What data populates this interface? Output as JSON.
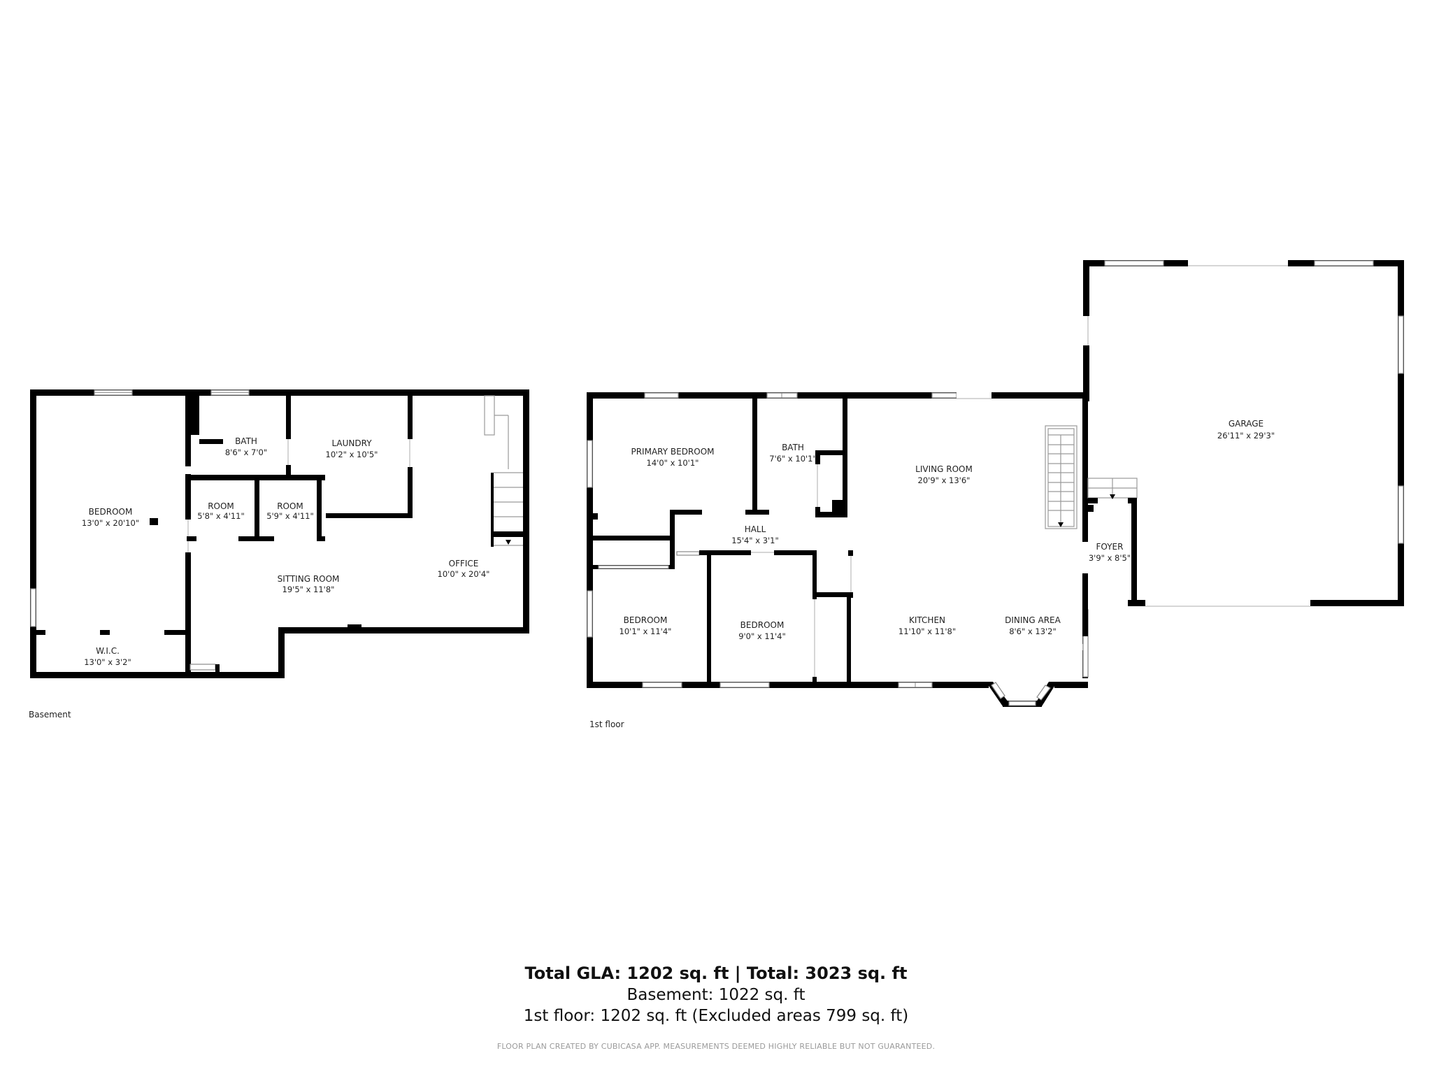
{
  "floors": {
    "basement": {
      "label": "Basement",
      "rooms": [
        {
          "name": "BEDROOM",
          "dim": "13'0\" x 20'10\""
        },
        {
          "name": "BATH",
          "dim": "8'6\" x 7'0\""
        },
        {
          "name": "LAUNDRY",
          "dim": "10'2\" x 10'5\""
        },
        {
          "name": "ROOM",
          "dim": "5'8\" x 4'11\""
        },
        {
          "name": "ROOM",
          "dim": "5'9\" x 4'11\""
        },
        {
          "name": "OFFICE",
          "dim": "10'0\" x 20'4\""
        },
        {
          "name": "SITTING ROOM",
          "dim": "19'5\" x 11'8\""
        },
        {
          "name": "W.I.C.",
          "dim": "13'0\" x 3'2\""
        }
      ]
    },
    "first": {
      "label": "1st floor",
      "rooms": [
        {
          "name": "PRIMARY BEDROOM",
          "dim": "14'0\" x 10'1\""
        },
        {
          "name": "BATH",
          "dim": "7'6\" x 10'1\""
        },
        {
          "name": "LIVING ROOM",
          "dim": "20'9\" x 13'6\""
        },
        {
          "name": "HALL",
          "dim": "15'4\" x 3'1\""
        },
        {
          "name": "BEDROOM",
          "dim": "10'1\" x 11'4\""
        },
        {
          "name": "BEDROOM",
          "dim": "9'0\" x 11'4\""
        },
        {
          "name": "KITCHEN",
          "dim": "11'10\" x 11'8\""
        },
        {
          "name": "DINING AREA",
          "dim": "8'6\" x 13'2\""
        },
        {
          "name": "FOYER",
          "dim": "3'9\" x 8'5\""
        },
        {
          "name": "GARAGE",
          "dim": "26'11\" x 29'3\""
        }
      ]
    }
  },
  "summary": {
    "total_line": "Total GLA: 1202 sq. ft | Total: 3023 sq. ft",
    "basement_line": "Basement: 1022 sq. ft",
    "first_line": "1st floor: 1202 sq. ft (Excluded areas 799 sq. ft)",
    "disclaimer": "FLOOR PLAN CREATED BY CUBICASA APP. MEASUREMENTS DEEMED HIGHLY RELIABLE BUT NOT GUARANTEED."
  }
}
